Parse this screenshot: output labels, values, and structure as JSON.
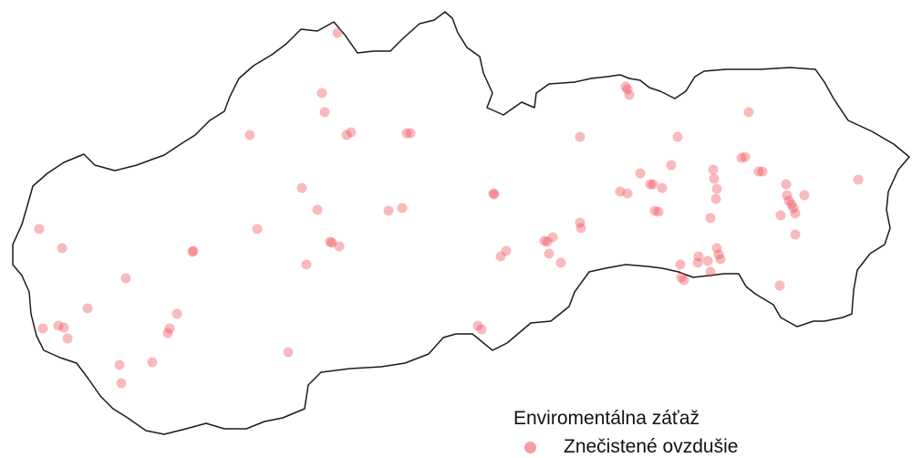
{
  "legend": {
    "title": "Enviromentálna záťaž",
    "items": [
      {
        "label": "Znečistené ovzdušie",
        "color": "#f04a55"
      }
    ]
  },
  "sites": {
    "color": "#f04a55",
    "opacity": 0.38
  }
}
